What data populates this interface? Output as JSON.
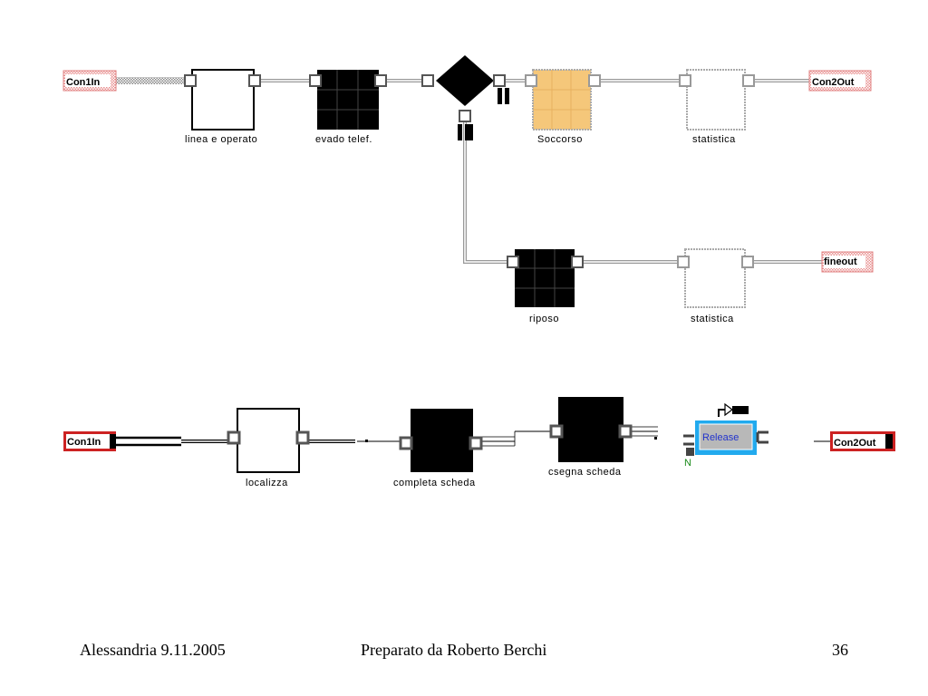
{
  "diagram1": {
    "port_in": "Con1In",
    "port_out": "Con2Out",
    "port_fine": "fineout",
    "blocks": {
      "linea": "linea e operato",
      "evado": "evado telef.",
      "soccorso": "Soccorso",
      "statistica1": "statistica",
      "riposo": "riposo",
      "statistica2": "statistica"
    }
  },
  "diagram2": {
    "port_in": "Con1In",
    "port_out": "Con2Out",
    "blocks": {
      "localizza": "localizza",
      "completa": "completa scheda",
      "csegna": "csegna scheda"
    },
    "release_label": "Release",
    "release_port_label": "N"
  },
  "footer": {
    "left": "Alessandria 9.11.2005",
    "center": "Preparato da Roberto Berchi",
    "page": "36"
  },
  "colors": {
    "port_border": "#cc2222",
    "soccorso_fill": "#f5c77a",
    "release_border": "#22aaee",
    "release_fill": "#b8b8b8"
  }
}
